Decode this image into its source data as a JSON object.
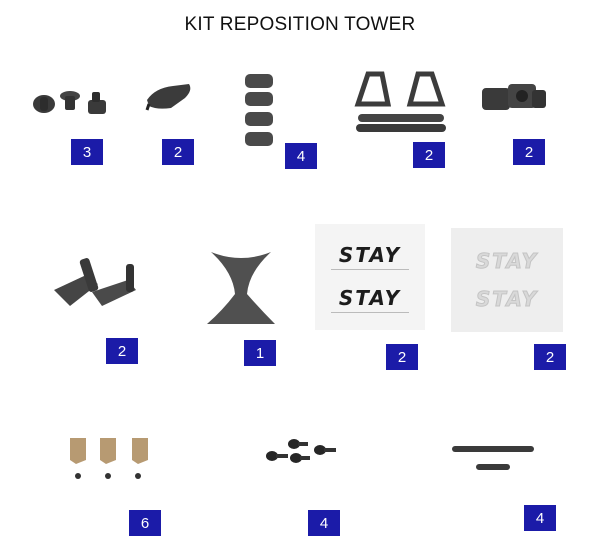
{
  "title": "KIT REPOSITION TOWER",
  "items": [
    {
      "qty": "3"
    },
    {
      "qty": "2"
    },
    {
      "qty": "4"
    },
    {
      "qty": "2"
    },
    {
      "qty": "2"
    },
    {
      "qty": "2"
    },
    {
      "qty": "1"
    },
    {
      "qty": "2",
      "label_top": "STAY",
      "label_bottom": "STAY"
    },
    {
      "qty": "2",
      "label_top": "STAY",
      "label_bottom": "STAY"
    },
    {
      "qty": "6"
    },
    {
      "qty": "4"
    },
    {
      "qty": "4"
    }
  ],
  "colors": {
    "badge": "#1b1ba8",
    "part": "#4a4a4a",
    "sticker_dark": "#1c1c1c",
    "sticker_light": "#d9d9d9"
  }
}
